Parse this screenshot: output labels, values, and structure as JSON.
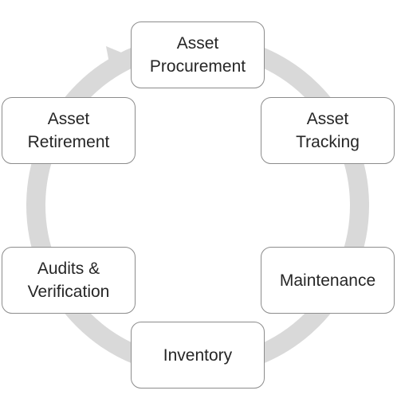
{
  "diagram": {
    "type": "cycle",
    "colors": {
      "ring": "#d9d9d9",
      "node_border": "#8c8c8c",
      "node_fill": "#ffffff",
      "text": "#262626"
    },
    "nodes": [
      {
        "id": "procurement",
        "label": "Asset\nProcurement"
      },
      {
        "id": "tracking",
        "label": "Asset\nTracking"
      },
      {
        "id": "maintenance",
        "label": "Maintenance"
      },
      {
        "id": "inventory",
        "label": "Inventory"
      },
      {
        "id": "audits",
        "label": "Audits &\nVerification"
      },
      {
        "id": "retirement",
        "label": "Asset\nRetirement"
      }
    ]
  }
}
